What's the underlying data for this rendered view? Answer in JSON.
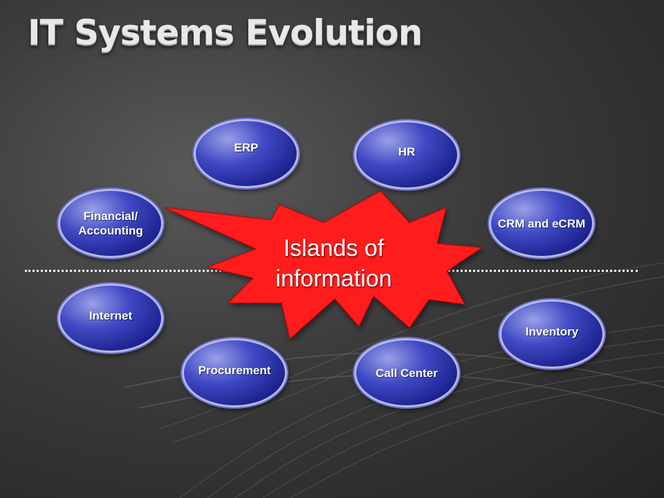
{
  "title": "IT Systems Evolution",
  "center_label": "Islands of information",
  "islands": [
    {
      "id": "erp",
      "label": "ERP"
    },
    {
      "id": "hr",
      "label": "HR"
    },
    {
      "id": "financial",
      "label": "Financial/ Accounting"
    },
    {
      "id": "crm",
      "label": "CRM and eCRM"
    },
    {
      "id": "internet",
      "label": "Internet"
    },
    {
      "id": "inventory",
      "label": "Inventory"
    },
    {
      "id": "procurement",
      "label": "Procurement"
    },
    {
      "id": "call_center",
      "label": "Call Center"
    }
  ],
  "colors": {
    "burst": "#ff1a1a",
    "island": "#2a33b0",
    "island_border": "#b7b9e8",
    "title": "#e8e8e8",
    "dotted_line": "#ffffff"
  }
}
